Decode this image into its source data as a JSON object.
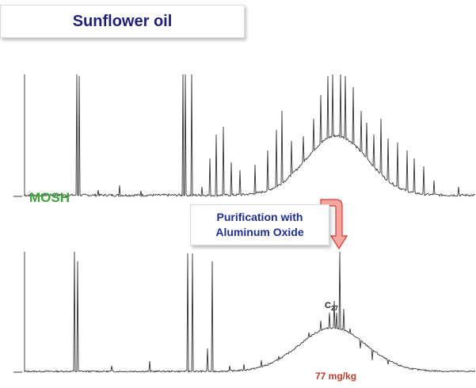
{
  "title": "Sunflower oil",
  "purification": {
    "line1": "Purification with",
    "line2": "Aluminum Oxide"
  },
  "colors": {
    "title": "#1f1f7a",
    "trace": "#333333",
    "mosh": "#3fa23a",
    "arrow_fill": "#f4a6a0",
    "arrow_stroke": "#e0342a",
    "concentration": "#c0392b"
  },
  "chart_data": [
    {
      "type": "line",
      "label": "MOSH",
      "x": [],
      "y": []
    },
    {
      "type": "line",
      "peak_label": {
        "prefix": "C",
        "subscript": "27"
      },
      "concentration": "77 mg/kg",
      "x": [],
      "y": []
    }
  ]
}
